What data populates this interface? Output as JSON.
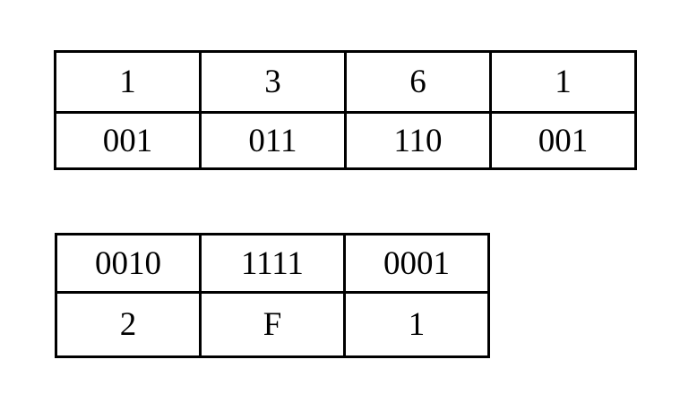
{
  "page": {
    "background_color": "#ffffff",
    "text_color": "#000000",
    "border_color": "#000000"
  },
  "tables": [
    {
      "name": "octal-binary-table",
      "columns": 4,
      "rows": [
        {
          "name": "octal-digits-row",
          "cells": [
            "1",
            "3",
            "6",
            "1"
          ]
        },
        {
          "name": "binary-triplets-row",
          "cells": [
            "001",
            "011",
            "110",
            "001"
          ]
        }
      ]
    },
    {
      "name": "binary-hex-table",
      "columns": 3,
      "rows": [
        {
          "name": "binary-nibbles-row",
          "cells": [
            "0010",
            "1111",
            "0001"
          ]
        },
        {
          "name": "hex-digits-row",
          "cells": [
            "2",
            "F",
            "1"
          ]
        }
      ]
    }
  ]
}
